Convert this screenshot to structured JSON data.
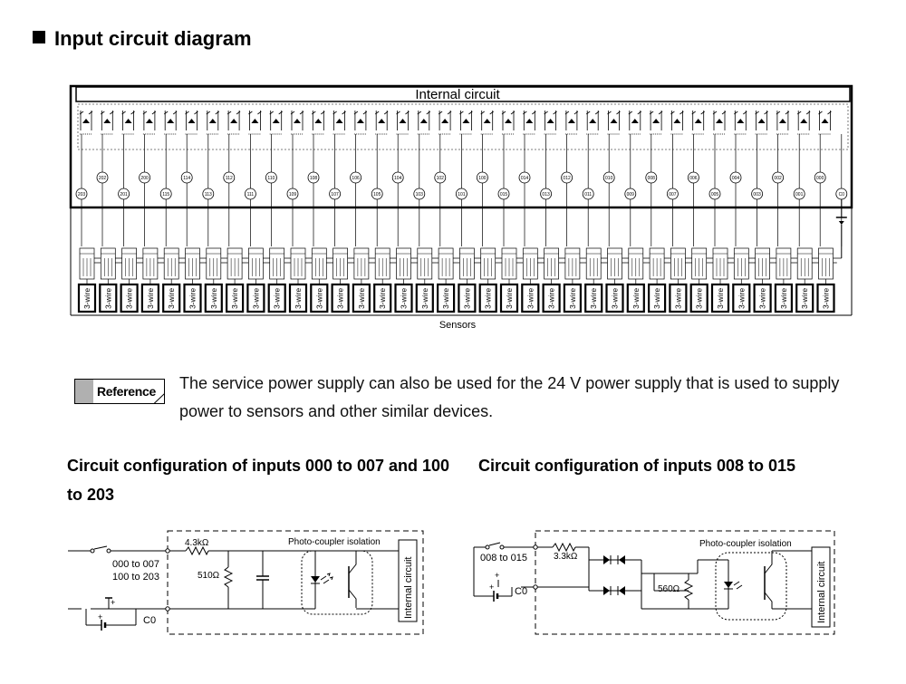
{
  "heading": "Input circuit diagram",
  "main_diagram": {
    "internal_label": "Internal circuit",
    "sensors_label": "Sensors",
    "common_label": "C0",
    "sensor_block_label": "3-wire",
    "top_row_terminals": [
      "202",
      "200",
      "114",
      "112",
      "110",
      "108",
      "106",
      "104",
      "102",
      "100",
      "014",
      "012",
      "010",
      "008",
      "006",
      "004",
      "002",
      "000"
    ],
    "bottom_row_terminals": [
      "203",
      "201",
      "115",
      "113",
      "111",
      "109",
      "107",
      "105",
      "103",
      "101",
      "015",
      "013",
      "011",
      "009",
      "007",
      "005",
      "003",
      "001",
      "C0"
    ]
  },
  "reference": {
    "badge_label": "Reference",
    "text": "The service power supply can also be used for the 24 V power supply that is used to supply power to sensors and other similar devices."
  },
  "config_left": {
    "title": "Circuit configuration of inputs 000 to 007 and 100 to 203",
    "input_label_1": "000 to 007",
    "input_label_2": "100 to 203",
    "resistor_1": "4.3kΩ",
    "resistor_2": "510Ω",
    "isolation_label": "Photo-coupler isolation",
    "internal_label": "Internal circuit",
    "common_label": "C0"
  },
  "config_right": {
    "title": "Circuit configuration of inputs 008 to 015",
    "input_label": "008 to 015",
    "resistor_1": "3.3kΩ",
    "resistor_2": "560Ω",
    "isolation_label": "Photo-coupler isolation",
    "internal_label": "Internal circuit",
    "common_label": "C0"
  }
}
